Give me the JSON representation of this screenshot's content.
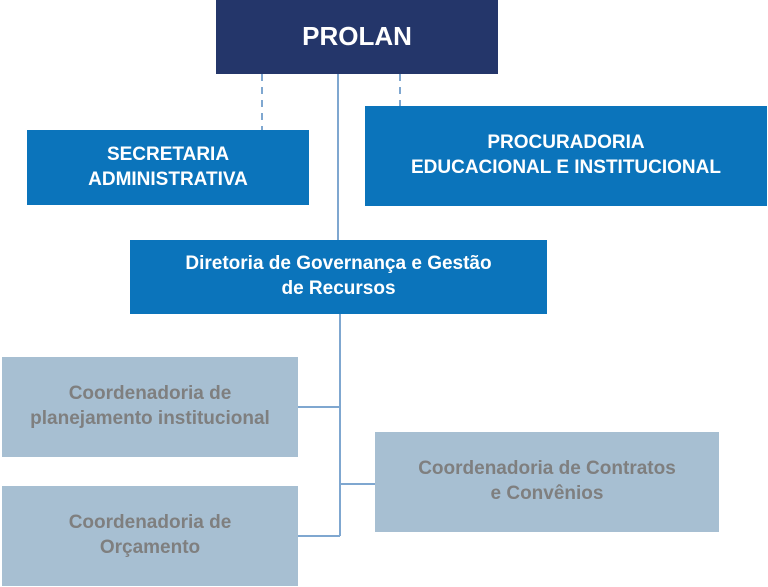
{
  "top_box": {
    "label": "PROLAN"
  },
  "secretaria": {
    "label": "SECRETARIA\nADMINISTRATIVA"
  },
  "procuradoria": {
    "label": "PROCURADORIA\nEDUCACIONAL E INSTITUCIONAL"
  },
  "diretoria": {
    "label": "Diretoria de Governança e Gestão\nde Recursos"
  },
  "coordenadorias": [
    {
      "label": "Coordenadoria de\nplanejamento institucional"
    },
    {
      "label": "Coordenadoria de Contratos\ne Convênios"
    },
    {
      "label": "Coordenadoria de\nOrçamento"
    }
  ],
  "colors": {
    "top": "#24366a",
    "mid": "#0b74bb",
    "coordenadoria": "#a7bfd2",
    "connector": "#7fa7d0"
  }
}
